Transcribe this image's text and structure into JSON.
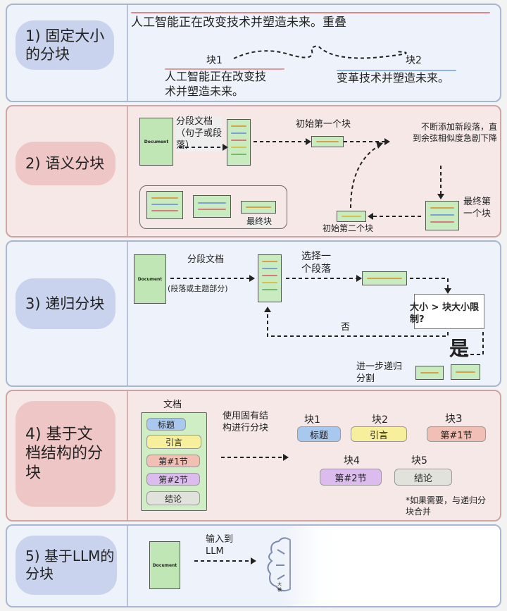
{
  "panel1": {
    "title": "1) 固定大小\n的分块",
    "sentence": "人工智能正在改变技术并塑造未来。重叠",
    "chunk1_label": "块1",
    "chunk1_text": "人工智能正在改变技\n术并塑造未来。",
    "chunk2_label": "块2",
    "chunk2_text": "变革技术并塑造未来。"
  },
  "panel2": {
    "title": "2) 语义分块",
    "split_label": "分段文档\n（句子或段\n落）",
    "first_chunk": "初始第一个块",
    "add_note": "不断添加新段落，直\n到余弦相似度急剧下降",
    "final_first": "最终第\n一个块",
    "init_second": "初始第二个块",
    "final_chunks": "最终块"
  },
  "panel3": {
    "title": "3) 递归分块",
    "split_label": "分段文档",
    "split_sub": "(段落或主题部分)",
    "select": "选择一\n个段落",
    "question": "大小 > 块大小限\n制?",
    "no": "否",
    "yes": "是",
    "further": "进一步递归\n分割"
  },
  "panel4": {
    "title": "4) 基于文\n档结构的分\n块",
    "doc_label": "文档",
    "doc_items": [
      "标题",
      "引言",
      "第#1节",
      "第#2节",
      "结论"
    ],
    "use_label": "使用固有结\n构进行分块",
    "chunks": [
      {
        "label": "块1",
        "value": "标题"
      },
      {
        "label": "块2",
        "value": "引言"
      },
      {
        "label": "块3",
        "value": "第#1节"
      },
      {
        "label": "块4",
        "value": "第#2节"
      },
      {
        "label": "块5",
        "value": "结论"
      }
    ],
    "note": "*如果需要，与递归分\n块合并"
  },
  "panel5": {
    "title": "5) 基于LLM的\n分块",
    "input_label": "输入到\nLLM",
    "llm_label": "大\n模"
  },
  "doc_text": "Document",
  "colors": {
    "title_blue": "#c9d3ee",
    "title_red": "#efc6c6",
    "chunk_green": "#c8ebc0"
  }
}
